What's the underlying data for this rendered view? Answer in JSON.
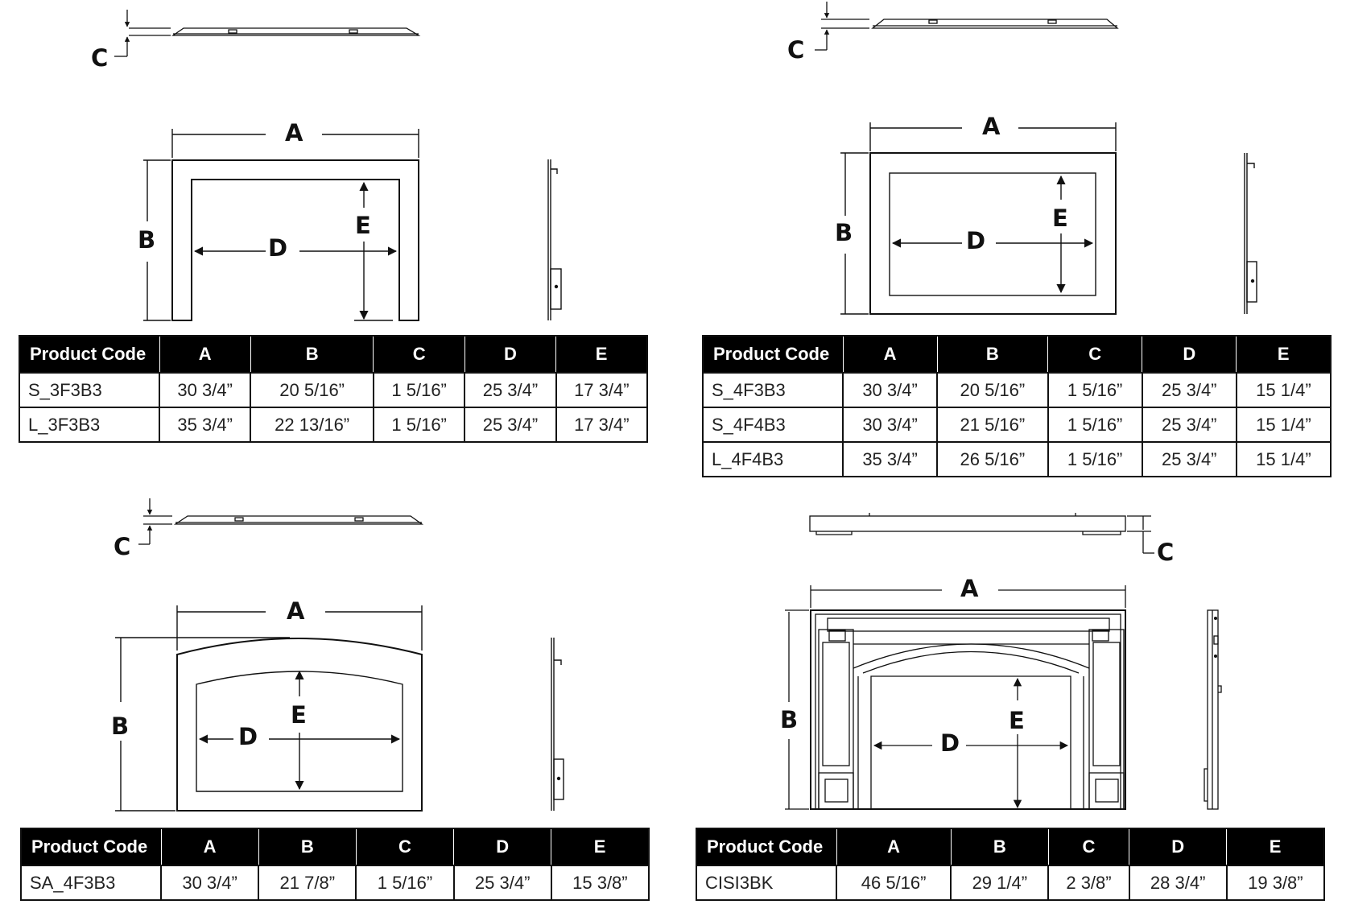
{
  "labels": {
    "a": "A",
    "b": "B",
    "c": "C",
    "d": "D",
    "e": "E"
  },
  "columns": [
    "Product Code",
    "A",
    "B",
    "C",
    "D",
    "E"
  ],
  "tables": [
    {
      "rows": [
        [
          "S_3F3B3",
          "30 3/4”",
          "20 5/16”",
          "1 5/16”",
          "25 3/4”",
          "17 3/4”"
        ],
        [
          "L_3F3B3",
          "35 3/4”",
          "22 13/16”",
          "1 5/16”",
          "25 3/4”",
          "17 3/4”"
        ]
      ]
    },
    {
      "rows": [
        [
          "S_4F3B3",
          "30 3/4”",
          "20 5/16”",
          "1 5/16”",
          "25 3/4”",
          "15 1/4”"
        ],
        [
          "S_4F4B3",
          "30 3/4”",
          "21 5/16”",
          "1 5/16”",
          "25 3/4”",
          "15 1/4”"
        ],
        [
          "L_4F4B3",
          "35 3/4”",
          "26 5/16”",
          "1 5/16”",
          "25 3/4”",
          "15 1/4”"
        ]
      ]
    },
    {
      "rows": [
        [
          "SA_4F3B3",
          "30 3/4”",
          "21 7/8”",
          "1 5/16”",
          "25 3/4”",
          "15 3/8”"
        ]
      ]
    },
    {
      "rows": [
        [
          "CISI3BK",
          "46 5/16”",
          "29 1/4”",
          "2 3/8”",
          "28 3/4”",
          "19 3/8”"
        ]
      ]
    }
  ]
}
